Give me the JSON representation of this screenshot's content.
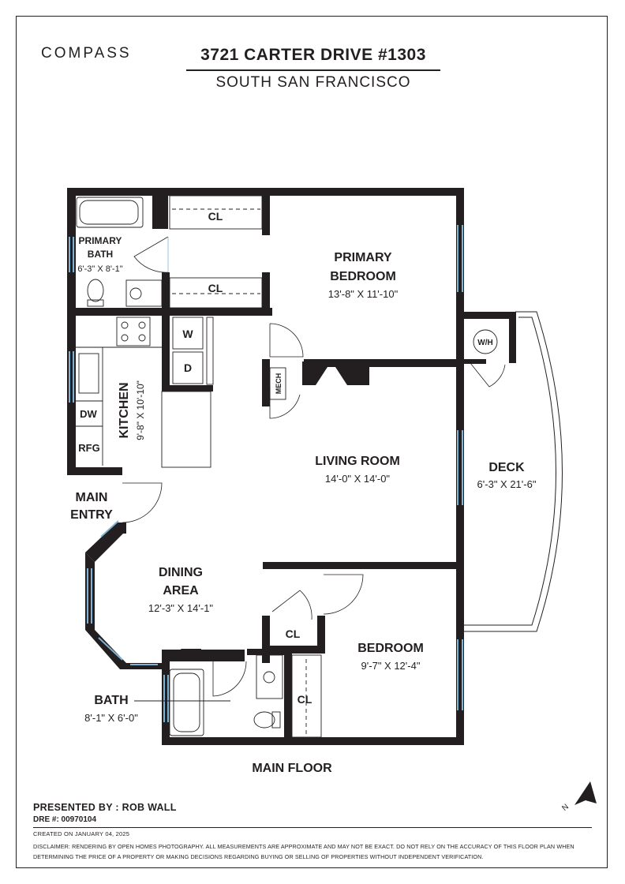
{
  "brand": "COMPASS",
  "property": {
    "address": "3721 CARTER DRIVE #1303",
    "city": "SOUTH SAN FRANCISCO"
  },
  "rooms": {
    "primary_bath": {
      "name_line1": "PRIMARY",
      "name_line2": "BATH",
      "dims": "6'-3\" X 8'-1\""
    },
    "primary_bedroom": {
      "name_line1": "PRIMARY",
      "name_line2": "BEDROOM",
      "dims": "13'-8\" X 11'-10\""
    },
    "kitchen": {
      "name": "KITCHEN",
      "dims": "9'-8\" X 10'-10\""
    },
    "living_room": {
      "name": "LIVING ROOM",
      "dims": "14'-0\" X 14'-0\""
    },
    "deck": {
      "name": "DECK",
      "dims": "6'-3\" X 21'-6\""
    },
    "main_entry": {
      "name_line1": "MAIN",
      "name_line2": "ENTRY"
    },
    "dining_area": {
      "name_line1": "DINING",
      "name_line2": "AREA",
      "dims": "12'-3\" X 14'-1\""
    },
    "bedroom": {
      "name": "BEDROOM",
      "dims": "9'-7\" X 12'-4\""
    },
    "bath": {
      "name": "BATH",
      "dims": "8'-1\" X 6'-0\""
    }
  },
  "fixtures": {
    "closet": "CL",
    "washer": "W",
    "dryer": "D",
    "mech": "MECH",
    "water_heater": "W/H",
    "dishwasher": "DW",
    "fridge": "RFG"
  },
  "floor_label": "MAIN FLOOR",
  "footer": {
    "presented_by": "PRESENTED BY : ROB WALL",
    "dre": "DRE #: 00970104",
    "created": "CREATED ON JANUARY 04, 2025",
    "disclaimer": "DISCLAIMER: RENDERING BY OPEN HOMES PHOTOGRAPHY. ALL MEASUREMENTS ARE APPROXIMATE AND MAY NOT BE EXACT. DO NOT RELY ON THE ACCURACY OF THIS FLOOR PLAN WHEN DETERMINING THE PRICE OF A PROPERTY OR MAKING DECISIONS REGARDING BUYING OR SELLING OF PROPERTIES WITHOUT INDEPENDENT VERIFICATION."
  },
  "colors": {
    "wall": "#231f20",
    "window": "#7fb3d5",
    "fixture_line": "#231f20"
  }
}
